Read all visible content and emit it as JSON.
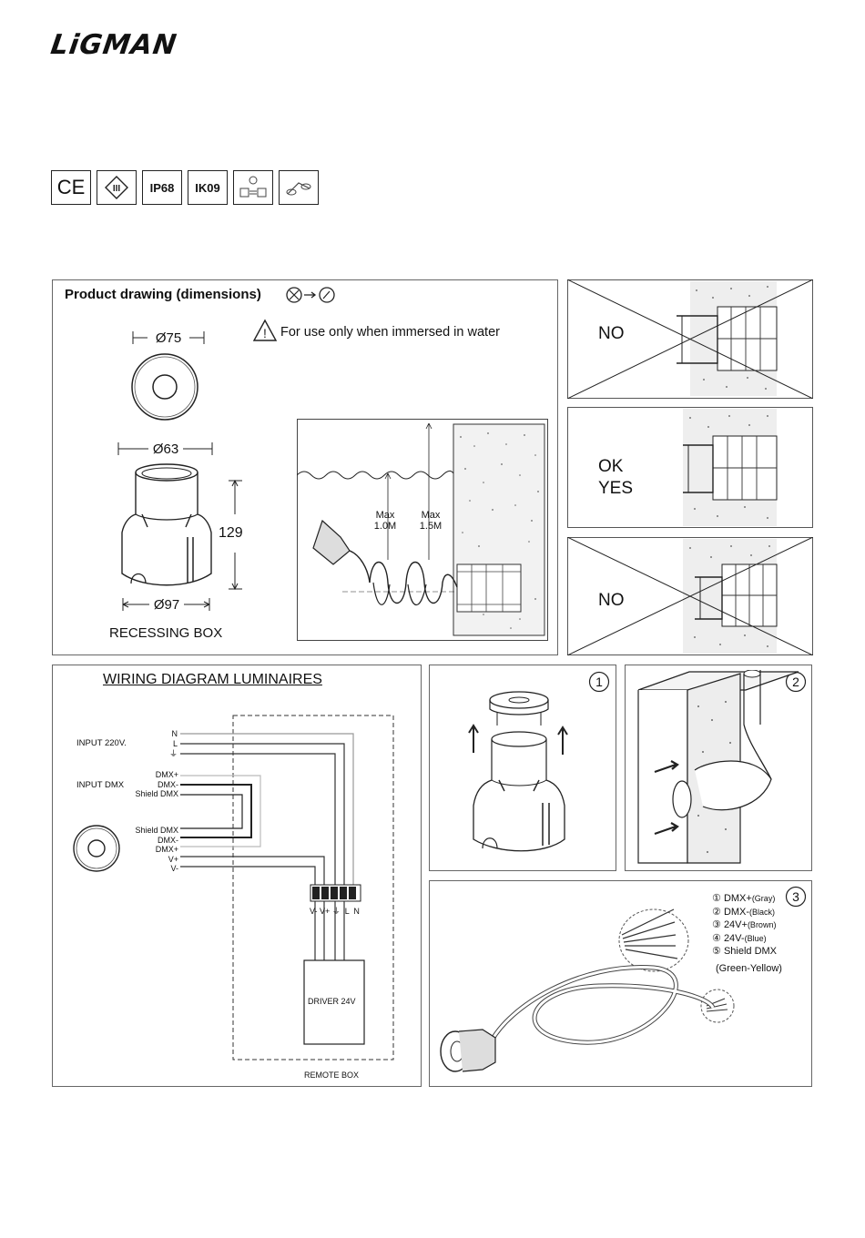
{
  "brand": {
    "logo": "LiGMAN"
  },
  "certifications": [
    {
      "label": "CE",
      "icon": "ce-mark-icon"
    },
    {
      "label": "",
      "icon": "class-iii-icon"
    },
    {
      "label": "IP68"
    },
    {
      "label": "IK09"
    },
    {
      "label": "",
      "icon": "replaceable-light-source-icon"
    },
    {
      "label": "",
      "icon": "driver-separate-icon"
    }
  ],
  "dimensions_panel": {
    "title": "Product drawing (dimensions)",
    "warning": "For use only when immersed in water",
    "top_diameter": "Ø75",
    "inner_diameter": "Ø63",
    "height": "129",
    "bottom_diameter": "Ø97",
    "box_label": "RECESSING BOX",
    "depth_max_1": "Max\n1.0M",
    "depth_max_1_a": "Max",
    "depth_max_1_b": "1.0M",
    "depth_max_2_a": "Max",
    "depth_max_2_b": "1.5M"
  },
  "install_checks": [
    {
      "label": "NO"
    },
    {
      "label_a": "OK",
      "label_b": "YES"
    },
    {
      "label": "NO"
    }
  ],
  "wiring": {
    "title": "WIRING DIAGRAM LUMINAIRES",
    "input_220": "INPUT 220V.",
    "input_dmx": "INPUT DMX",
    "mains_terminals": [
      "N",
      "L",
      "⏚"
    ],
    "dmx_in_terminals": [
      "DMX+",
      "DMX-",
      "Shield DMX"
    ],
    "lamp_terminals": [
      "Shield DMX",
      "DMX-",
      "DMX+",
      "V+",
      "V-"
    ],
    "terminal_block": "V- V+ ⏚  L  N",
    "driver": "DRIVER 24V",
    "remote_box": "REMOTE BOX"
  },
  "steps": {
    "step1": "1",
    "step2": "2",
    "step3": "3",
    "cable_colors": [
      {
        "num": "①",
        "name": "DMX+",
        "color": "(Gray)"
      },
      {
        "num": "②",
        "name": "DMX-",
        "color": "(Black)"
      },
      {
        "num": "③",
        "name": "24V+",
        "color": "(Brown)"
      },
      {
        "num": "④",
        "name": "24V-",
        "color": "(Blue)"
      },
      {
        "num": "⑤",
        "name": "Shield DMX",
        "color": ""
      }
    ],
    "shield_color": "(Green-Yellow)"
  }
}
